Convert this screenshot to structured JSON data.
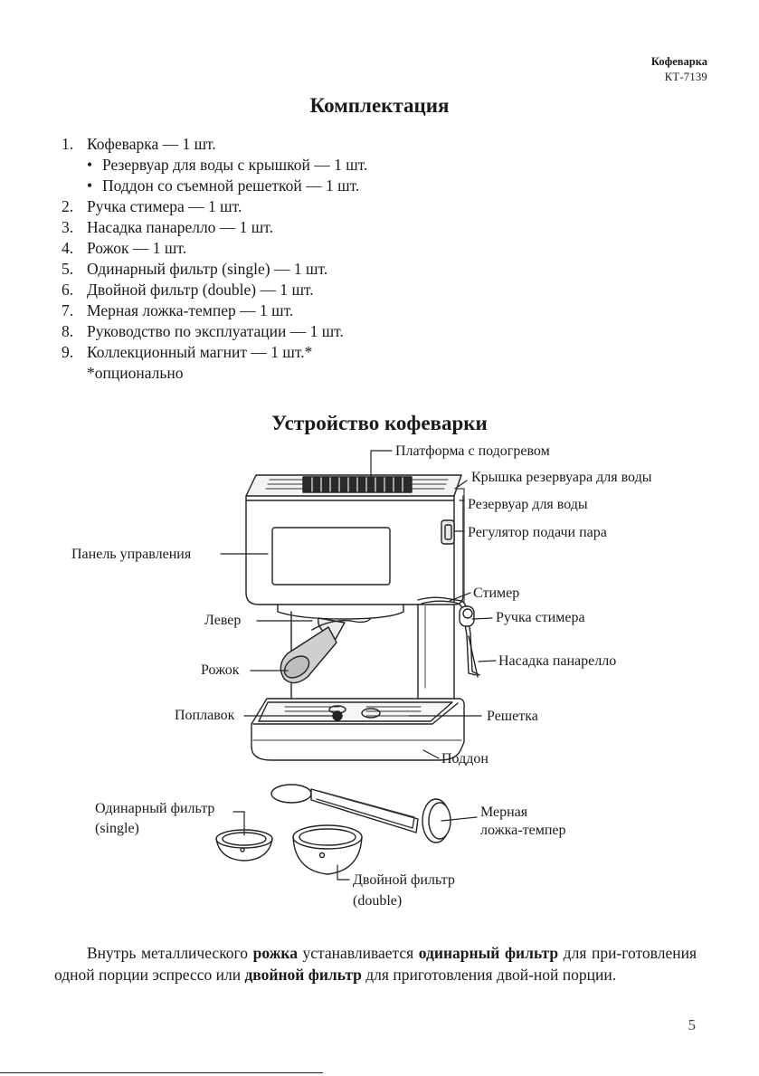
{
  "header": {
    "product": "Кофеварка",
    "model": "КТ-7139"
  },
  "section1": {
    "title": "Комплектация",
    "items": [
      {
        "num": "1.",
        "text": "Кофеварка — 1 шт."
      },
      {
        "bullet": "•",
        "text": "Резервуар для воды с крышкой — 1 шт."
      },
      {
        "bullet": "•",
        "text": "Поддон со съемной решеткой — 1 шт."
      },
      {
        "num": "2.",
        "text": "Ручка стимера — 1 шт."
      },
      {
        "num": "3.",
        "text": "Насадка панарелло — 1 шт."
      },
      {
        "num": "4.",
        "text": "Рожок — 1 шт."
      },
      {
        "num": "5.",
        "text": "Одинарный фильтр (single) — 1 шт."
      },
      {
        "num": "6.",
        "text": "Двойной фильтр (double) — 1 шт."
      },
      {
        "num": "7.",
        "text": "Мерная ложка-темпер — 1 шт."
      },
      {
        "num": "8.",
        "text": "Руководство по эксплуатации — 1 шт."
      },
      {
        "num": "9.",
        "text": "Коллекционный магнит — 1 шт.*"
      }
    ],
    "note": "*опционально"
  },
  "section2": {
    "title": "Устройство кофеварки",
    "labels": {
      "platform": "Платформа с подогревом",
      "lid": "Крышка резервуара для воды",
      "tank": "Резервуар для воды",
      "steam_knob": "Регулятор подачи пара",
      "panel": "Панель управления",
      "steamer": "Стимер",
      "lever": "Левер",
      "steamer_handle": "Ручка стимера",
      "portafilter": "Рожок",
      "panarello": "Насадка панарелло",
      "float": "Поплавок",
      "grate": "Решетка",
      "tray": "Поддон",
      "single_filter": "Одинарный фильтр",
      "single_filter_sub": "(single)",
      "tamper": "Мерная",
      "tamper_sub": "ложка-темпер",
      "double_filter": "Двойной фильтр",
      "double_filter_sub": "(double)"
    }
  },
  "paragraph": {
    "p1": "Внутрь металлического ",
    "b1": "рожка",
    "p2": " устанавливается ",
    "b2": "одинарный фильтр",
    "p3": " для при-готовления одной порции эспрессо или ",
    "b3": "двойной фильтр",
    "p4": " для приготовления двой-ной порции."
  },
  "page_number": "5"
}
